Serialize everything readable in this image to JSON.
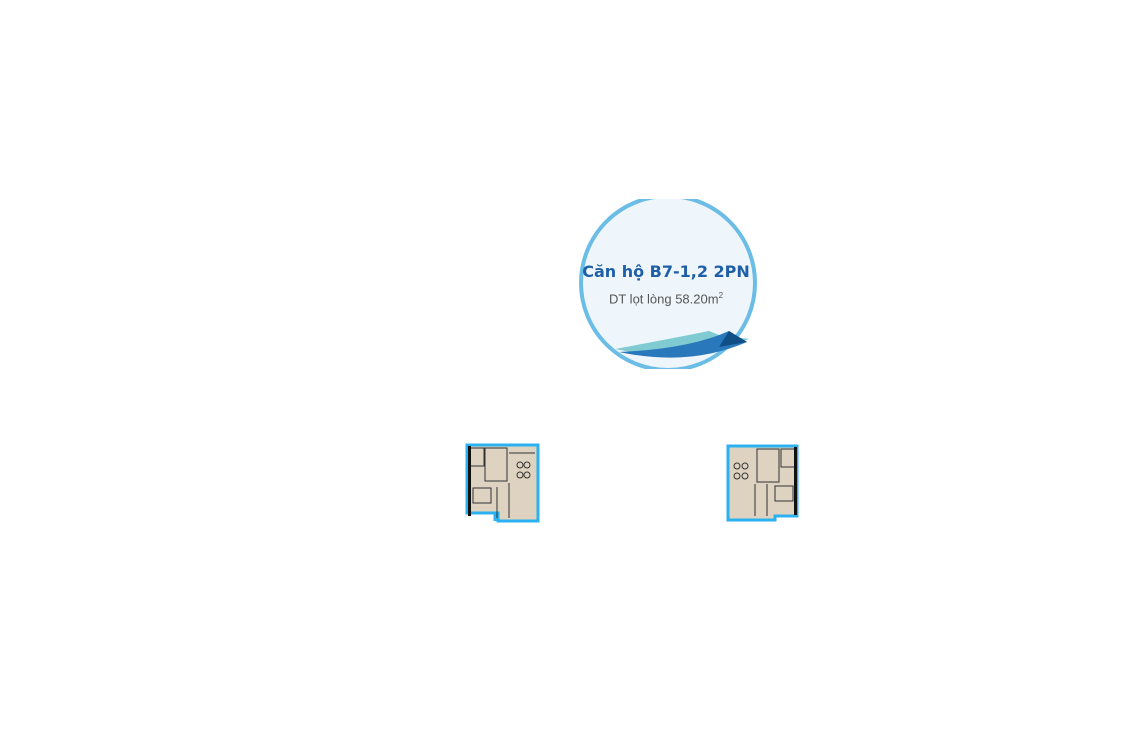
{
  "unit": {
    "title": "Căn hộ B7-1,2 2PN",
    "area_label": "DT lọt lòng 58.20m",
    "area_sup": "2"
  },
  "colors": {
    "accent": "#6bbde6",
    "title": "#1f5fa8",
    "plan_border": "#2bb0f0",
    "plan_fill": "#ddd3c0"
  }
}
